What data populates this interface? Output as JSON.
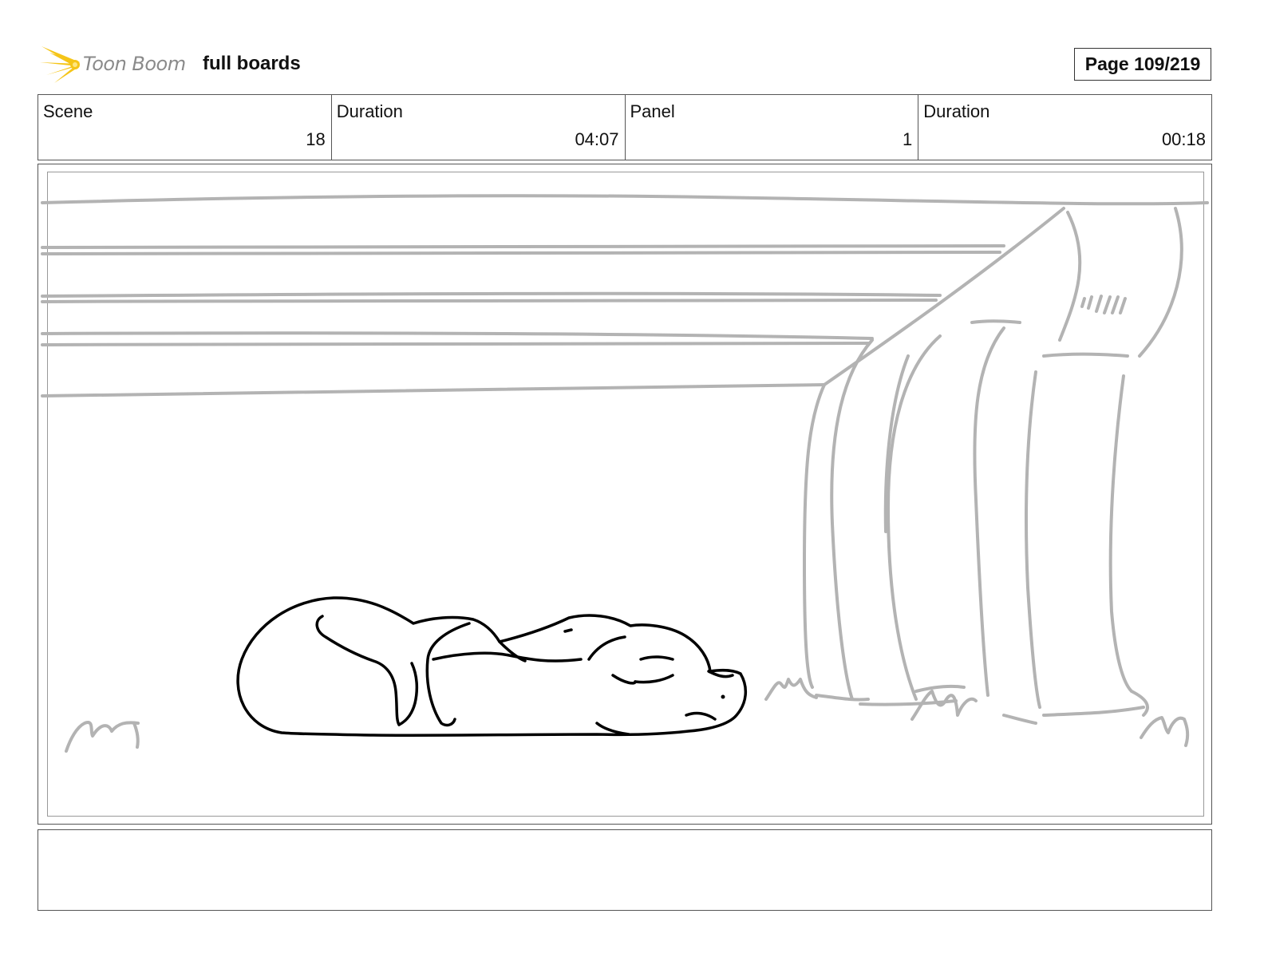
{
  "header": {
    "logo_text": "Toon Boom",
    "board_title": "full boards",
    "page_label": "Page 109/219"
  },
  "info": [
    {
      "label": "Scene",
      "value": "18"
    },
    {
      "label": "Duration",
      "value": "04:07"
    },
    {
      "label": "Panel",
      "value": "1"
    },
    {
      "label": "Duration",
      "value": "00:18"
    }
  ],
  "panel": {
    "sketch_color": "#b3b3b3",
    "character_color": "#000000"
  },
  "notes": {
    "text": ""
  },
  "colors": {
    "logo_yellow": "#f5c518",
    "logo_text_gray": "#8a8a8a"
  }
}
